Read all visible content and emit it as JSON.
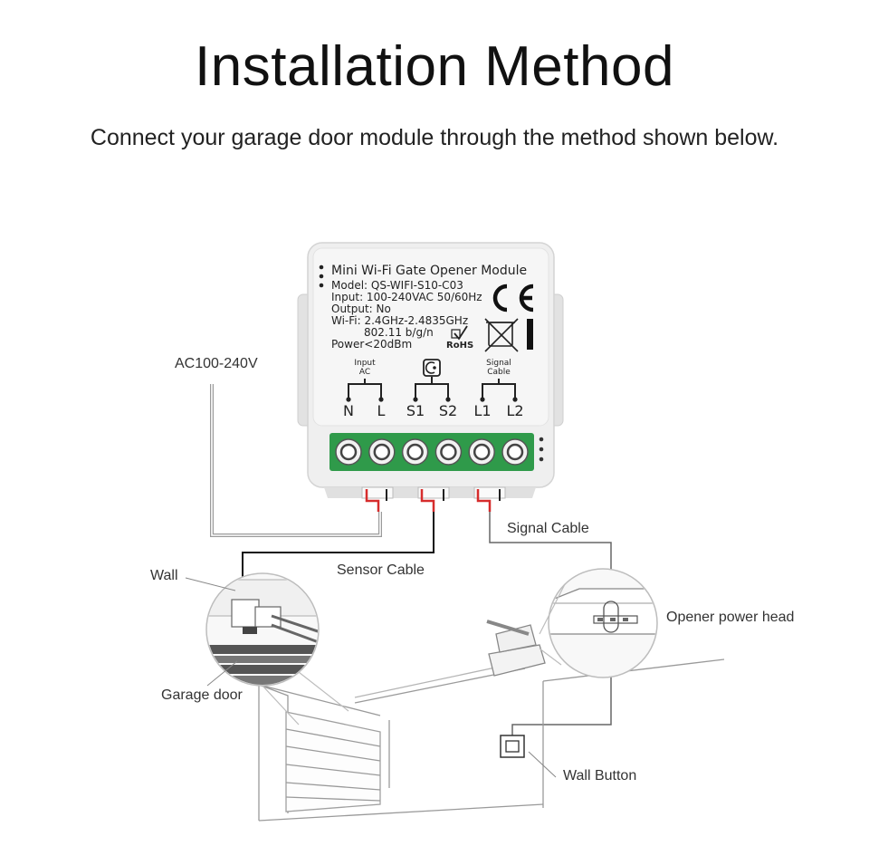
{
  "header": {
    "title": "Installation Method",
    "subtitle": "Connect your garage door module through the method shown below."
  },
  "module": {
    "name": "Mini Wi-Fi Gate Opener Module",
    "specs": [
      "Model: QS-WIFI-S10-C03",
      "Input: 100-240VAC 50/60Hz",
      "Output: No",
      "Wi-Fi: 2.4GHz-2.4835GHz",
      "802.11 b/g/n",
      "Power<20dBm"
    ],
    "ce_mark": "CE",
    "rohs": "RoHS",
    "groups": {
      "input": [
        "Input",
        "AC"
      ],
      "signal": [
        "Signal",
        "Cable"
      ]
    },
    "terminals": [
      "N",
      "L",
      "S1",
      "S2",
      "L1",
      "L2"
    ]
  },
  "labels": {
    "ac": "AC100-240V",
    "signal_cable": "Signal Cable",
    "wall": "Wall",
    "sensor_cable": "Sensor Cable",
    "opener_power_head": "Opener power head",
    "garage_door": "Garage door",
    "wall_button": "Wall Button"
  },
  "colors": {
    "terminal_green": "#2f9a4a",
    "wire_red": "#d62c2c",
    "module_body": "#efefef"
  }
}
